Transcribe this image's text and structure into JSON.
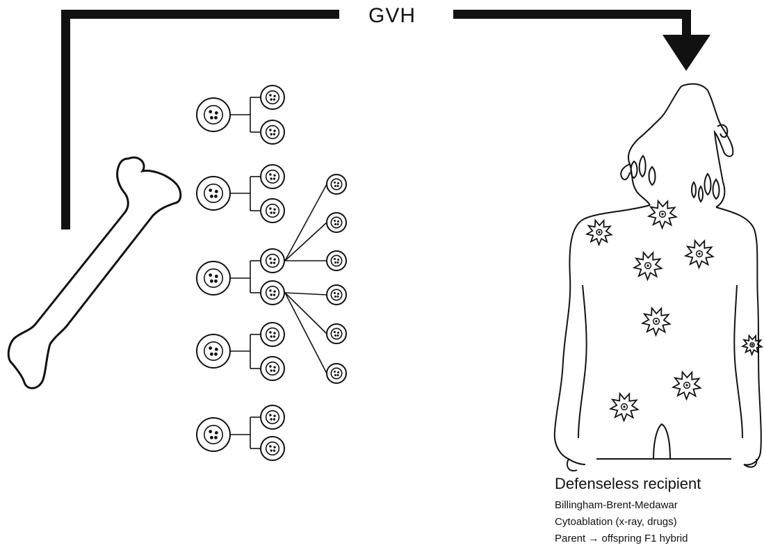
{
  "diagram": {
    "arrow_label": "GVH",
    "recipient": {
      "title": "Defenseless recipient",
      "lines": [
        "Billingham-Brent-Medawar",
        "Cytoablation (x-ray, drugs)",
        "Parent → offspring F1 hybrid"
      ]
    },
    "icons": [
      "bone-icon",
      "cell-icon",
      "human-torso-icon",
      "damaged-cell-icon"
    ],
    "colors": {
      "ink": "#111111",
      "background": "#ffffff"
    }
  }
}
